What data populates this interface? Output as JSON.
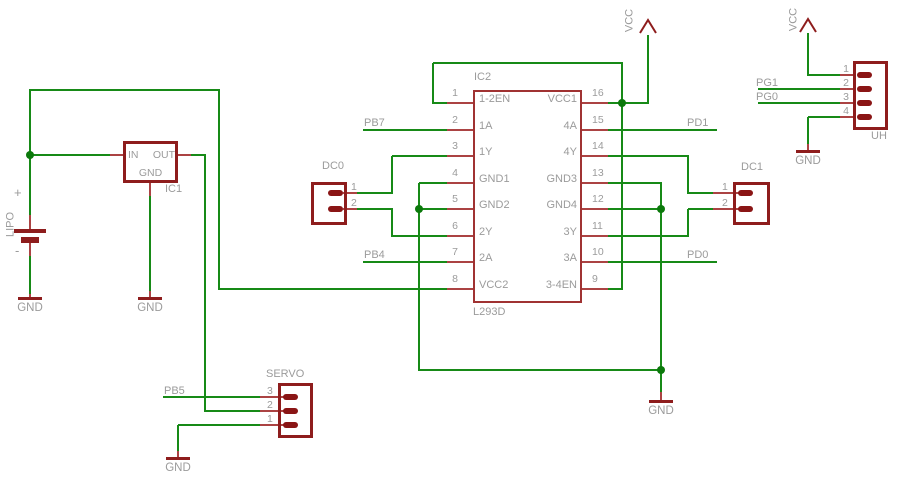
{
  "diagram": {
    "colors": {
      "wire": "#178a17",
      "dot": "#0b790b",
      "component_dark_red": "#8e1d1d",
      "component_border_thin": "#a03232",
      "pad": "#8a1515",
      "lead": "#ab4343",
      "text_gray": "#9b9b9b",
      "background": "#ffffff"
    },
    "ic2": {
      "ref": "IC2",
      "value": "L293D",
      "left_pins": [
        {
          "num": "1",
          "name": "1-2EN"
        },
        {
          "num": "2",
          "name": "1A"
        },
        {
          "num": "3",
          "name": "1Y"
        },
        {
          "num": "4",
          "name": "GND1"
        },
        {
          "num": "5",
          "name": "GND2"
        },
        {
          "num": "6",
          "name": "2Y"
        },
        {
          "num": "7",
          "name": "2A"
        },
        {
          "num": "8",
          "name": "VCC2"
        }
      ],
      "right_pins": [
        {
          "num": "16",
          "name": "VCC1"
        },
        {
          "num": "15",
          "name": "4A"
        },
        {
          "num": "14",
          "name": "4Y"
        },
        {
          "num": "13",
          "name": "GND3"
        },
        {
          "num": "12",
          "name": "GND4"
        },
        {
          "num": "11",
          "name": "3Y"
        },
        {
          "num": "10",
          "name": "3A"
        },
        {
          "num": "9",
          "name": "3-4EN"
        }
      ]
    },
    "ic1": {
      "ref": "IC1",
      "pins": {
        "in": "IN",
        "out": "OUT",
        "gnd": "GND"
      }
    },
    "battery": {
      "ref": "LIPO",
      "plus": "+",
      "minus": "-"
    },
    "connectors": {
      "dc0": {
        "ref": "DC0",
        "pins": [
          "1",
          "2"
        ]
      },
      "dc1": {
        "ref": "DC1",
        "pins": [
          "1",
          "2"
        ]
      },
      "servo": {
        "ref": "SERVO",
        "pins": [
          "3",
          "2",
          "1"
        ]
      },
      "uh": {
        "ref": "UH",
        "pins": [
          "1",
          "2",
          "3",
          "4"
        ]
      }
    },
    "net_labels": {
      "pb7": "PB7",
      "pb4": "PB4",
      "pb5": "PB5",
      "pd1": "PD1",
      "pd0": "PD0",
      "pg1": "PG1",
      "pg0": "PG0"
    },
    "power": {
      "vcc": "VCC",
      "gnd": "GND"
    }
  }
}
